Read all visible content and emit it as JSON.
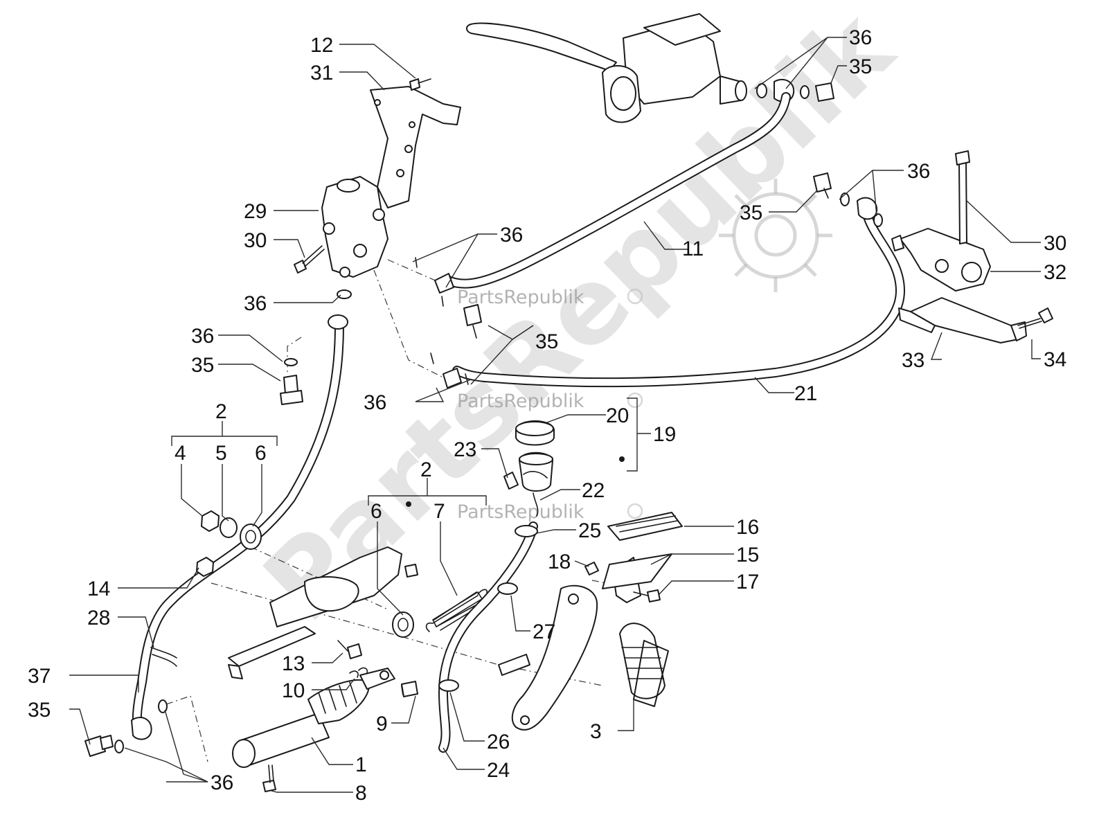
{
  "watermark": {
    "big_text": "PartsRepublik",
    "small_text": "PartsRepublik",
    "icon": "gear-icon"
  },
  "callouts": {
    "c1": "1",
    "c2a": "2",
    "c2b": "2",
    "c3": "3",
    "c4": "4",
    "c5": "5",
    "c6a": "6",
    "c6b": "6",
    "c7": "7",
    "c8": "8",
    "c9": "9",
    "c10": "10",
    "c11": "11",
    "c12": "12",
    "c13": "13",
    "c14": "14",
    "c15": "15",
    "c16": "16",
    "c17": "17",
    "c18": "18",
    "c19": "19",
    "c20": "20",
    "c21": "21",
    "c22": "22",
    "c23": "23",
    "c24": "24",
    "c25": "25",
    "c26": "26",
    "c27": "27",
    "c28": "28",
    "c29": "29",
    "c30a": "30",
    "c30b": "30",
    "c31": "31",
    "c32": "32",
    "c33": "33",
    "c34": "34",
    "c35a": "35",
    "c35b": "35",
    "c35c": "35",
    "c35d": "35",
    "c35e": "35",
    "c36a": "36",
    "c36b": "36",
    "c36c": "36",
    "c36d": "36",
    "c36e": "36",
    "c36f": "36",
    "c36g": "36",
    "c37": "37"
  }
}
